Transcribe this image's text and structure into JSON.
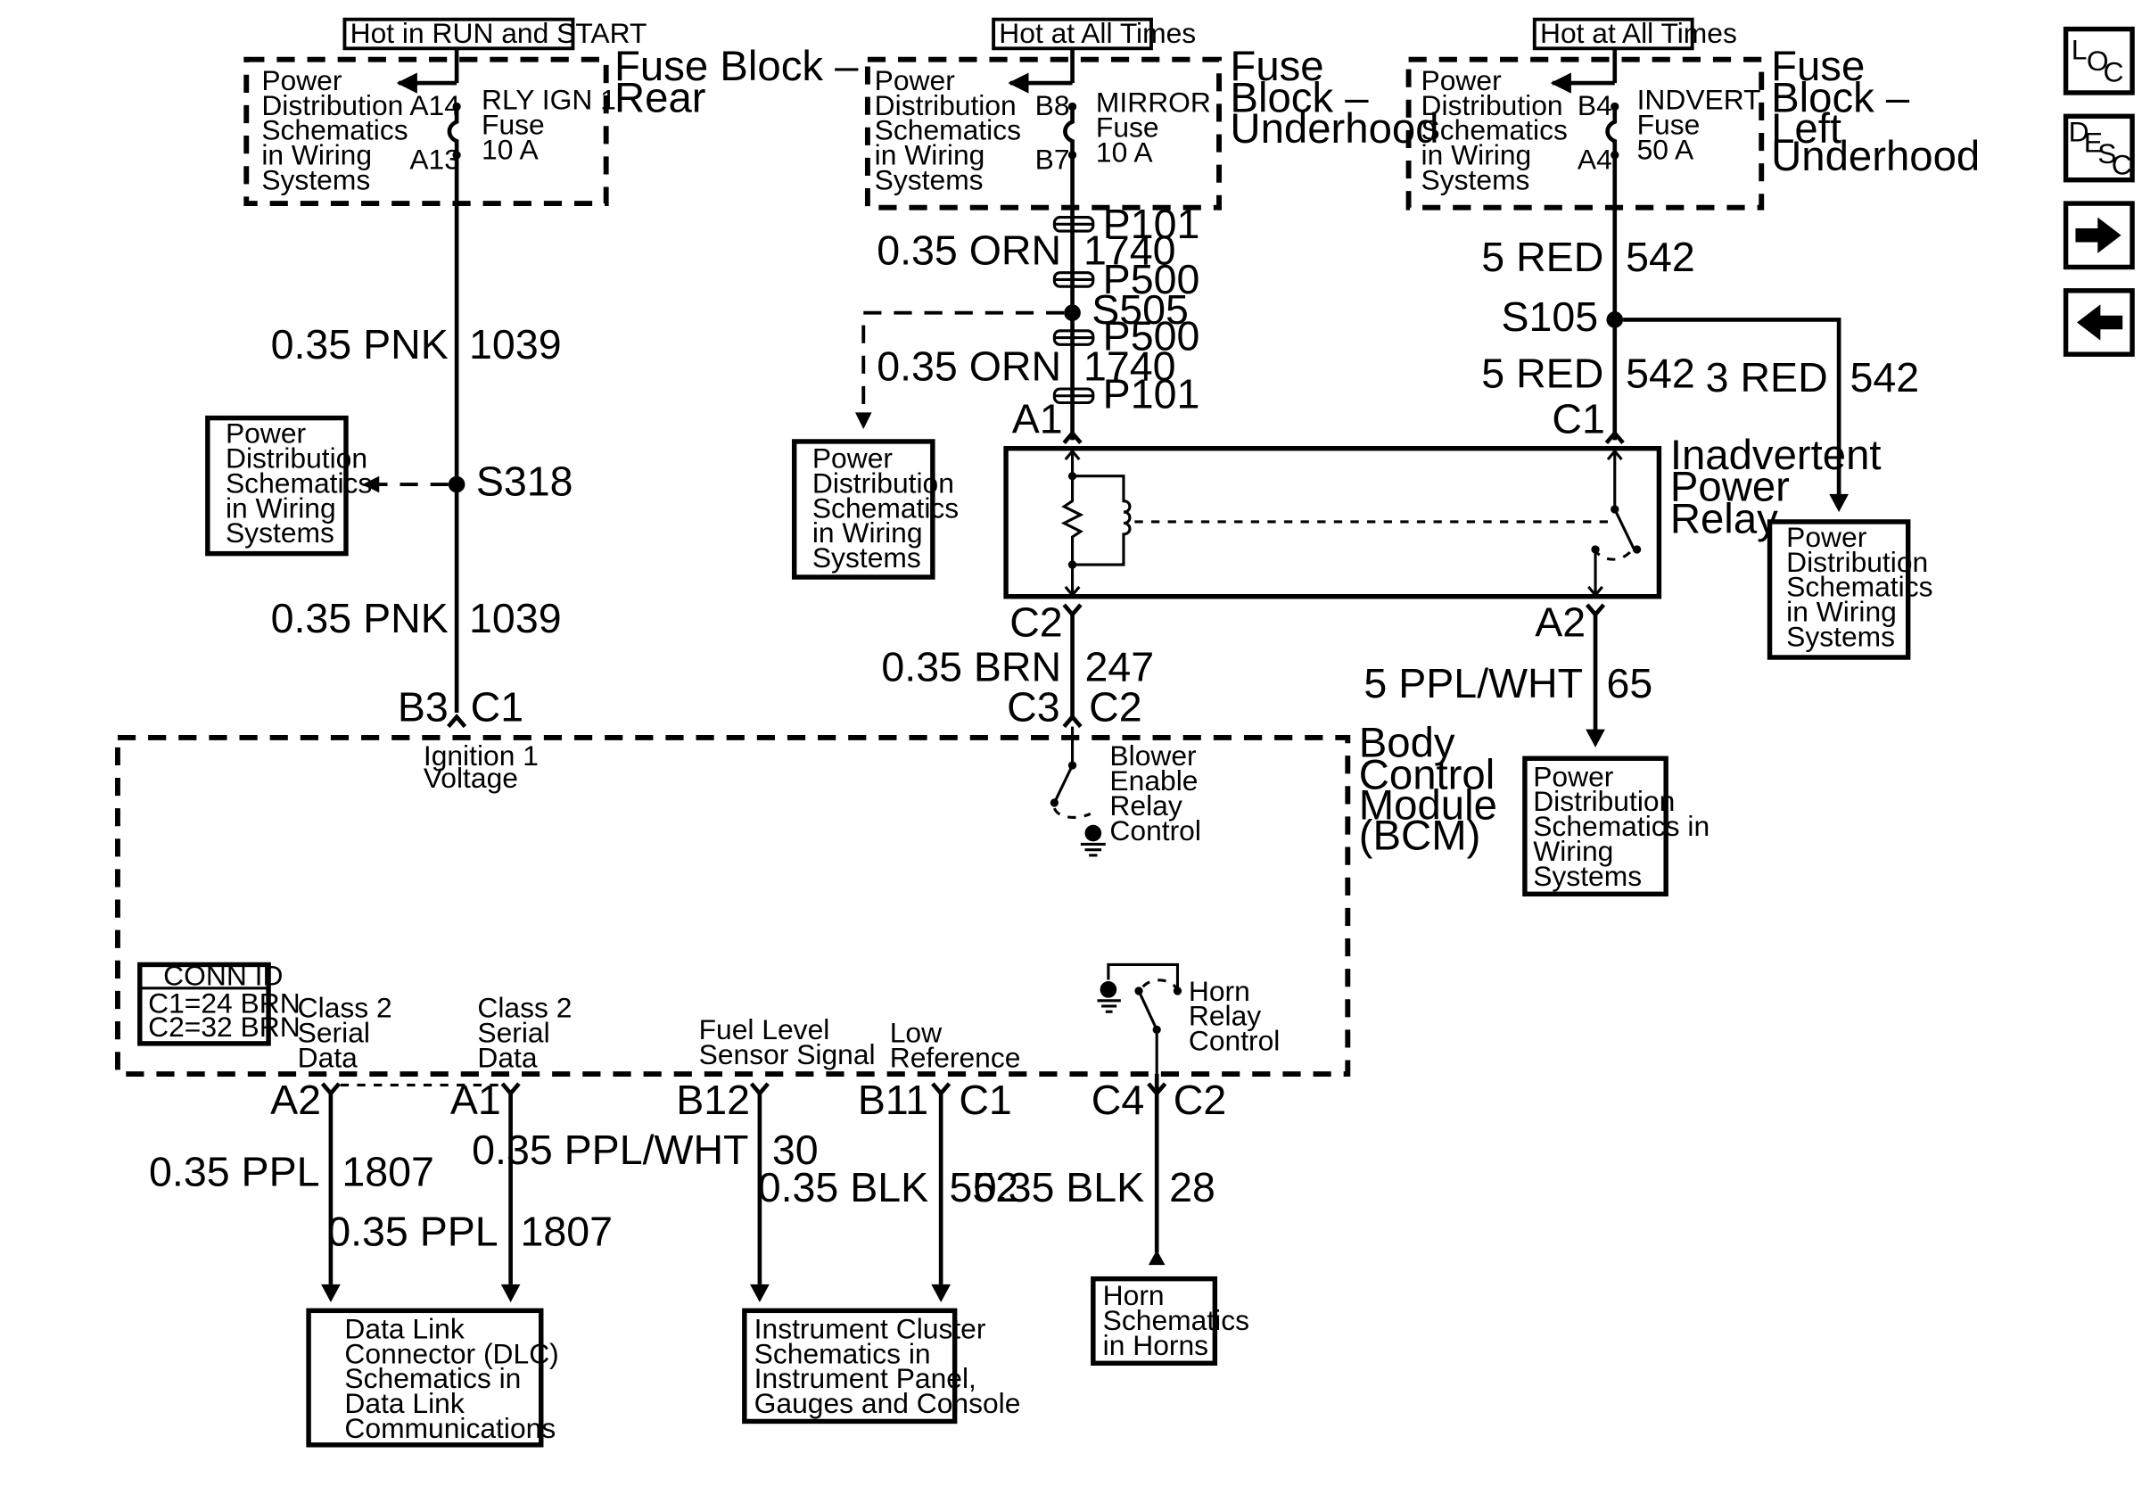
{
  "nav": {
    "loc": {
      "l": "L",
      "o": "O",
      "c": "C"
    },
    "desc": {
      "d": "D",
      "e": "E",
      "s": "S",
      "c": "C"
    }
  },
  "hot_labels": {
    "rear": "Hot in RUN and START",
    "underhood": "Hot at All Times",
    "left_underhood": "Hot at All Times"
  },
  "fuse_blocks": {
    "rear": {
      "title": [
        "Fuse Block –",
        "Rear"
      ],
      "ref": [
        "Power",
        "Distribution",
        "Schematics",
        "in Wiring",
        "Systems"
      ],
      "pin_top": "A14",
      "pin_bottom": "A13",
      "fuse": [
        "RLY IGN 1",
        "Fuse",
        "10 A"
      ]
    },
    "underhood": {
      "title": [
        "Fuse",
        "Block –",
        "Underhood"
      ],
      "ref": [
        "Power",
        "Distribution",
        "Schematics",
        "in Wiring",
        "Systems"
      ],
      "pin_top": "B8",
      "pin_bottom": "B7",
      "fuse": [
        "MIRROR",
        "Fuse",
        "10 A"
      ]
    },
    "left_underhood": {
      "title": [
        "Fuse",
        "Block –",
        "Left",
        "Underhood"
      ],
      "ref": [
        "Power",
        "Distribution",
        "Schematics",
        "in Wiring",
        "Systems"
      ],
      "pin_top": "B4",
      "pin_bottom": "A4",
      "fuse": [
        "INDVERT",
        "Fuse",
        "50 A"
      ]
    }
  },
  "left_circuit": {
    "wire1": {
      "size_color": "0.35 PNK",
      "circuit": "1039"
    },
    "splice": "S318",
    "wire2": {
      "size_color": "0.35 PNK",
      "circuit": "1039"
    },
    "pin": "B3",
    "conn": "C1",
    "ref": [
      "Power",
      "Distribution",
      "Schematics",
      "in Wiring",
      "Systems"
    ]
  },
  "middle_circuit": {
    "conn1": "P101",
    "wire1": {
      "size_color": "0.35 ORN",
      "circuit": "1740"
    },
    "conn2": "P500",
    "splice": "S505",
    "conn3": "P500",
    "wire2": {
      "size_color": "0.35 ORN",
      "circuit": "1740"
    },
    "conn4": "P101",
    "relay_pin_top": "A1",
    "relay_pin_bottom": "C2",
    "wire3": {
      "size_color": "0.35 BRN",
      "circuit": "247"
    },
    "bcm_pin": "C3",
    "bcm_conn": "C2",
    "ref": [
      "Power",
      "Distribution",
      "Schematics",
      "in Wiring",
      "Systems"
    ]
  },
  "right_circuit": {
    "wire1": {
      "size_color": "5 RED",
      "circuit": "542"
    },
    "splice": "S105",
    "wire2": {
      "size_color": "5 RED",
      "circuit": "542"
    },
    "branch": {
      "size_color": "3 RED",
      "circuit": "542"
    },
    "relay_pin_top": "C1",
    "relay_pin_bottom": "A2",
    "wire3": {
      "size_color": "5 PPL/WHT",
      "circuit": "65"
    },
    "ref_branch": [
      "Power",
      "Distribution",
      "Schematics",
      "in Wiring",
      "Systems"
    ],
    "ref_bottom": [
      "Power",
      "Distribution",
      "Schematics in",
      "Wiring",
      "Systems"
    ]
  },
  "relay": {
    "title": [
      "Inadvertent",
      "Power",
      "Relay"
    ]
  },
  "bcm": {
    "title": [
      "Body",
      "Control",
      "Module",
      "(BCM)"
    ],
    "ignition": [
      "Ignition 1",
      "Voltage"
    ],
    "blower": [
      "Blower",
      "Enable",
      "Relay",
      "Control"
    ],
    "horn": [
      "Horn",
      "Relay",
      "Control"
    ],
    "conn_id": {
      "title": "CONN ID",
      "lines": [
        "C1=24 BRN",
        "C2=32 BRN"
      ]
    },
    "signals": {
      "a2": [
        "Class 2",
        "Serial",
        "Data"
      ],
      "a1": [
        "Class 2",
        "Serial",
        "Data"
      ],
      "b12": [
        "Fuel Level",
        "Sensor Signal"
      ],
      "b11": [
        "Low",
        "Reference"
      ]
    }
  },
  "bottom": {
    "a2": {
      "pin": "A2",
      "wire": {
        "size_color": "0.35 PPL",
        "circuit": "1807"
      }
    },
    "a1": {
      "pin": "A1",
      "wire": {
        "size_color": "0.35 PPL",
        "circuit": "1807"
      }
    },
    "b12": {
      "pin": "B12",
      "wire": {
        "size_color": "0.35 PPL/WHT",
        "circuit": "30"
      }
    },
    "b11": {
      "pin": "B11",
      "conn": "C1",
      "wire": {
        "size_color": "0.35 BLK",
        "circuit": "552"
      }
    },
    "c4": {
      "pin": "C4",
      "conn": "C2",
      "wire": {
        "size_color": "0.35 BLK",
        "circuit": "28"
      }
    },
    "dlc_ref": [
      "Data Link",
      "Connector (DLC)",
      "Schematics in",
      "Data Link",
      "Communications"
    ],
    "cluster_ref": [
      "Instrument Cluster",
      "Schematics in",
      "Instrument Panel,",
      "Gauges and Console"
    ],
    "horn_ref": [
      "Horn",
      "Schematics",
      "in Horns"
    ]
  }
}
